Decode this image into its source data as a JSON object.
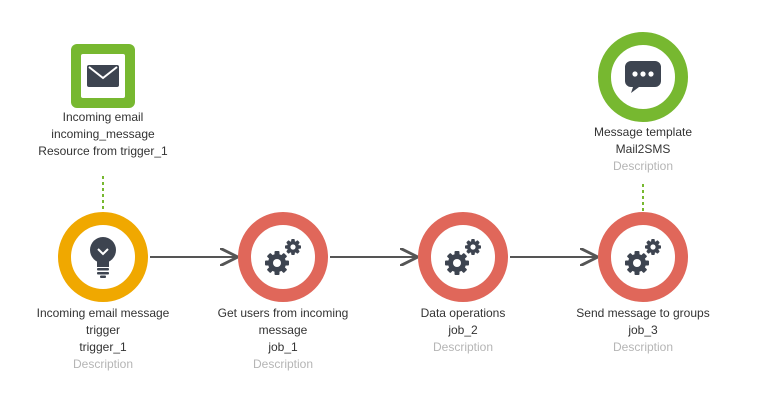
{
  "colors": {
    "resource": "#77b830",
    "trigger": "#f0a800",
    "job": "#e0675a",
    "icon": "#3d4450",
    "edge": "#555555",
    "link": "#77b830",
    "description": "#b5b5b5"
  },
  "nodes": {
    "incoming_email": {
      "icon": "envelope-icon",
      "title": "Incoming email",
      "name": "incoming_message",
      "detail": "Resource from trigger_1"
    },
    "trigger": {
      "icon": "lightbulb-icon",
      "title_line1": "Incoming email message",
      "title_line2": "trigger",
      "name": "trigger_1",
      "description": "Description"
    },
    "get_users": {
      "icon": "gears-icon",
      "title_line1": "Get users from incoming",
      "title_line2": "message",
      "name": "job_1",
      "description": "Description"
    },
    "data_operations": {
      "icon": "gears-icon",
      "title": "Data operations",
      "name": "job_2",
      "description": "Description"
    },
    "send_message": {
      "icon": "gears-icon",
      "title": "Send message to groups",
      "name": "job_3",
      "description": "Description"
    },
    "message_template": {
      "icon": "chat-bubble-icon",
      "title": "Message template",
      "name": "Mail2SMS",
      "description": "Description"
    }
  }
}
